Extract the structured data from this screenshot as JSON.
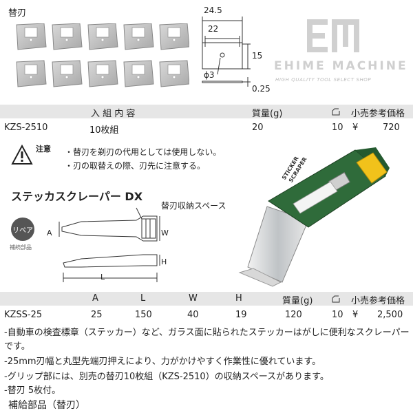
{
  "blade_section": {
    "title": "替刃",
    "dims": {
      "width_outer": "24.5",
      "width_inner": "22",
      "height": "15",
      "hole": "ϕ3",
      "thickness": "0.25"
    }
  },
  "brand": {
    "name": "EHIME MACHINE",
    "tagline": "HIGH QUALITY TOOL SELECT SHOP"
  },
  "table1": {
    "headers": [
      "入 組 内 容",
      "質量(g)",
      "小売参考価格"
    ],
    "row": {
      "code": "KZS-2510",
      "content": "10枚組",
      "weight": "20",
      "qty": "10",
      "yen": "¥",
      "price": "720"
    }
  },
  "caution": {
    "label": "注意",
    "lines": [
      "・替刃を剃刃の代用としては使用しない。",
      "・刃の取替えの際、刃先に注意する。"
    ]
  },
  "product": {
    "title": "ステッカスクレーパー DX",
    "storage_label": "替刃収納スペース",
    "badge": "リペア",
    "badge_sub": "補続部品",
    "dim_letters": {
      "A": "A",
      "W": "W",
      "H": "H",
      "L": "L"
    },
    "handle_text": [
      "STICKER",
      "SCRAPER"
    ]
  },
  "table2": {
    "headers": [
      "A",
      "L",
      "W",
      "H",
      "質量(g)",
      "小売参考価格"
    ],
    "row": {
      "code": "KZSS-25",
      "A": "25",
      "L": "150",
      "W": "40",
      "H": "19",
      "weight": "120",
      "qty": "10",
      "yen": "¥",
      "price": "2,500"
    }
  },
  "description": [
    "-自動車の検査標章（ステッカー）など、ガラス面に貼られたステッカーはがしに便利なスクレーパー",
    "です。",
    "-25mm刃幅と丸型先端刃押えにより、力がかけやすく作業性に優れています。",
    "-グリップ部には、別売の替刃10枚組（KZS-2510）の収納スペースがあります。",
    "-替刃 5枚付。"
  ],
  "supply_parts": "補給部品（替刃）"
}
